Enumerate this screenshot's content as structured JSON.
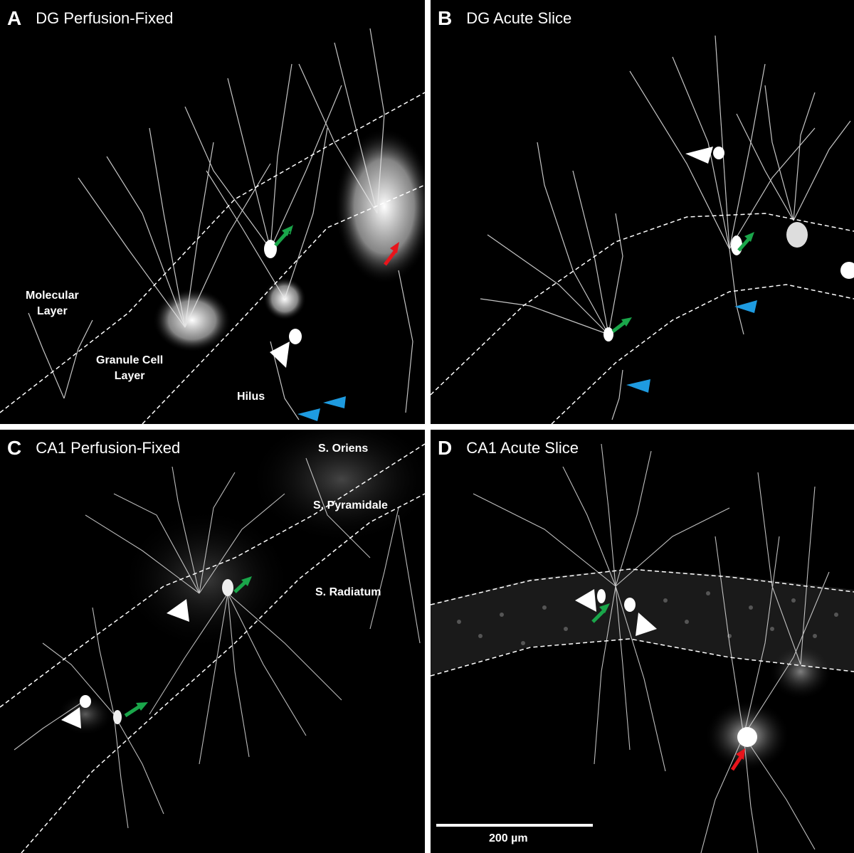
{
  "panels": {
    "a": {
      "letter": "A",
      "title": "DG Perfusion-Fixed"
    },
    "b": {
      "letter": "B",
      "title": "DG Acute Slice"
    },
    "c": {
      "letter": "C",
      "title": "CA1 Perfusion-Fixed"
    },
    "d": {
      "letter": "D",
      "title": "CA1 Acute Slice"
    }
  },
  "region_labels": {
    "a": {
      "molecular_1": "Molecular",
      "molecular_2": "Layer",
      "granule_1": "Granule Cell",
      "granule_2": "Layer",
      "hilus": "Hilus"
    },
    "c": {
      "oriens": "S. Oriens",
      "pyramidale": "S. Pyramidale",
      "radiatum": "S. Radiatum"
    }
  },
  "scale_bar": {
    "label": "200 µm"
  },
  "colors": {
    "background": "#000000",
    "neurite": "#ffffff",
    "arrow_green": "#1aa64a",
    "arrow_red": "#e8141b",
    "arrowhead_blue": "#1e9be0",
    "arrowhead_white": "#ffffff"
  },
  "markers": {
    "a": [
      "green-arrow",
      "red-arrow",
      "white-arrowhead",
      "blue-arrowhead",
      "blue-arrowhead"
    ],
    "b": [
      "white-arrowhead",
      "green-arrow",
      "green-arrow",
      "blue-arrowhead",
      "blue-arrowhead"
    ],
    "c": [
      "green-arrow",
      "green-arrow",
      "white-arrowhead",
      "white-arrowhead"
    ],
    "d": [
      "white-arrowhead",
      "green-arrow",
      "white-arrowhead",
      "red-arrow"
    ]
  }
}
